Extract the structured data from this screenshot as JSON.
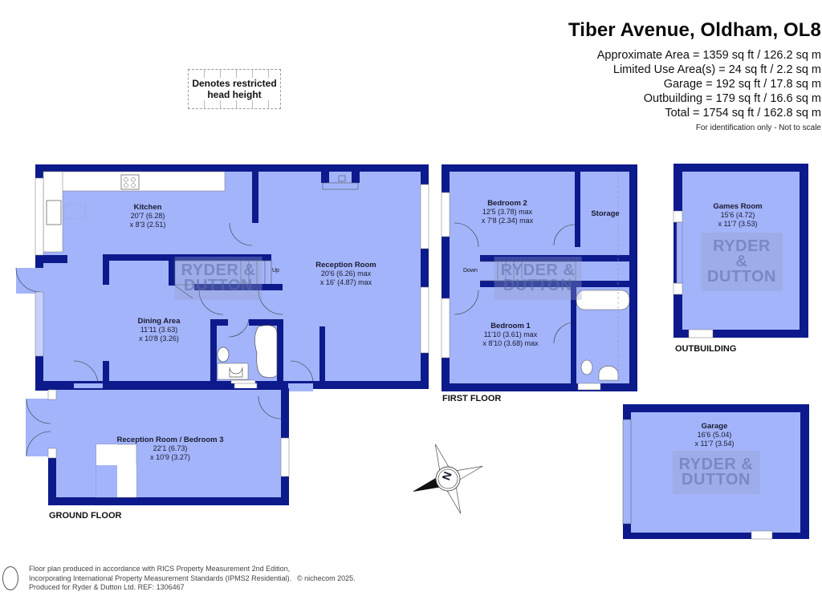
{
  "header": {
    "title": "Tiber Avenue, Oldham, OL8",
    "areas": [
      "Approximate Area = 1359 sq ft / 126.2 sq m",
      "Limited Use Area(s) = 24 sq ft / 2.2 sq m",
      "Garage = 192 sq ft / 17.8 sq m",
      "Outbuilding = 179 sq ft / 16.6 sq m",
      "Total = 1754 sq ft / 162.8 sq m"
    ],
    "note": "For identification only - Not to scale"
  },
  "legend": {
    "label": "Denotes restricted head height"
  },
  "colors": {
    "wall": "#0d1a8c",
    "floor": "#a3b4fb",
    "watermark": "#5a6ea8",
    "background": "#ffffff"
  },
  "floors": {
    "ground": {
      "label": "GROUND FLOOR",
      "rooms": [
        {
          "name": "Kitchen",
          "dim1": "20'7 (6.28)",
          "dim2": "x 8'3 (2.51)"
        },
        {
          "name": "Dining Area",
          "dim1": "11'11 (3.63)",
          "dim2": "x 10'8 (3.26)"
        },
        {
          "name": "Reception Room",
          "dim1": "20'6 (6.26) max",
          "dim2": "x 16' (4.87) max"
        },
        {
          "name": "Reception Room / Bedroom 3",
          "dim1": "22'1 (6.73)",
          "dim2": "x 10'9 (3.27)"
        }
      ],
      "stairs_label": "Up"
    },
    "first": {
      "label": "FIRST FLOOR",
      "rooms": [
        {
          "name": "Bedroom 2",
          "dim1": "12'5 (3.78) max",
          "dim2": "x 7'8 (2.34) max"
        },
        {
          "name": "Storage"
        },
        {
          "name": "Bedroom 1",
          "dim1": "11'10 (3.61) max",
          "dim2": "x 8'10 (3.68) max"
        }
      ],
      "stairs_label": "Down"
    },
    "outbuilding": {
      "label": "OUTBUILDING",
      "rooms": [
        {
          "name": "Games Room",
          "dim1": "15'6 (4.72)",
          "dim2": "x 11'7 (3.53)"
        }
      ]
    },
    "garage": {
      "rooms": [
        {
          "name": "Garage",
          "dim1": "16'6 (5.04)",
          "dim2": "x 11'7 (3.54)"
        }
      ]
    }
  },
  "watermark": {
    "line1": "RYDER &",
    "line2": "DUTTON"
  },
  "compass": {
    "label": "N"
  },
  "footer": {
    "line1": "Floor plan produced in accordance with RICS Property Measurement 2nd Edition,",
    "line2": "Incorporating International Property Measurement Standards (IPMS2 Residential).",
    "line3": "Produced for Ryder & Dutton Ltd.   REF: 1306467",
    "copyright": "© nichecom 2025."
  }
}
